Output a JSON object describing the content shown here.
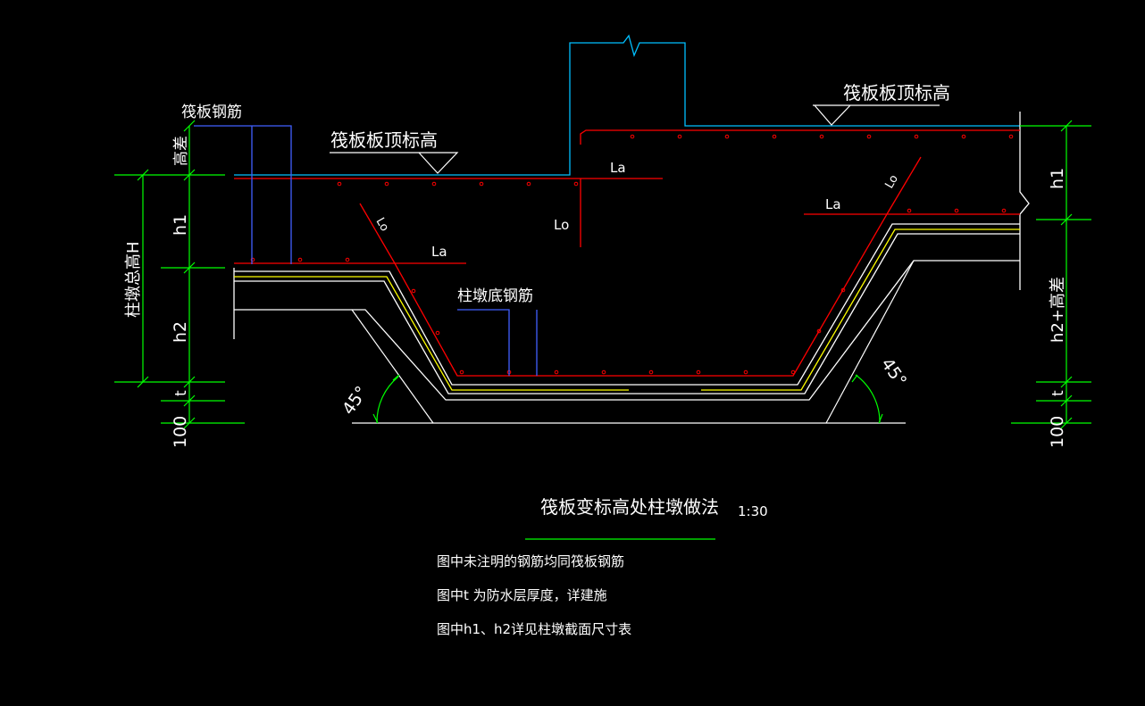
{
  "labels": {
    "raft_rebar": "筏板钢筋",
    "raft_top_elev_left": "筏板板顶标高",
    "raft_top_elev_right": "筏板板顶标高",
    "pier_bottom_rebar": "柱墩底钢筋",
    "la_1": "La",
    "la_2": "La",
    "la_3": "La",
    "lo_1": "Lo",
    "lo_2": "Lo",
    "lo_3": "Lo"
  },
  "dimensions_left": {
    "total_height": "柱墩总高H",
    "height_diff": "高差",
    "h1": "h1",
    "h2": "h2",
    "t": "t",
    "d100": "100"
  },
  "dimensions_right": {
    "h1": "h1",
    "h2_plus_diff": "h2+高差",
    "t": "t",
    "d100": "100"
  },
  "angles": {
    "left": "45°",
    "right": "45°"
  },
  "title": {
    "main": "筏板变标高处柱墩做法",
    "scale": "1:30"
  },
  "notes": [
    "图中未注明的钢筋均同筏板钢筋",
    "图中t 为防水层厚度，详建施",
    "图中h1、h2详见柱墩截面尺寸表"
  ],
  "colors": {
    "background": "#000000",
    "dimension": "#00ff00",
    "rebar": "#ff0000",
    "concrete": "#ffffff",
    "waterproof": "#ffff00",
    "leader": "#4060ff",
    "column": "#00c0ff",
    "text": "#ffffff"
  }
}
